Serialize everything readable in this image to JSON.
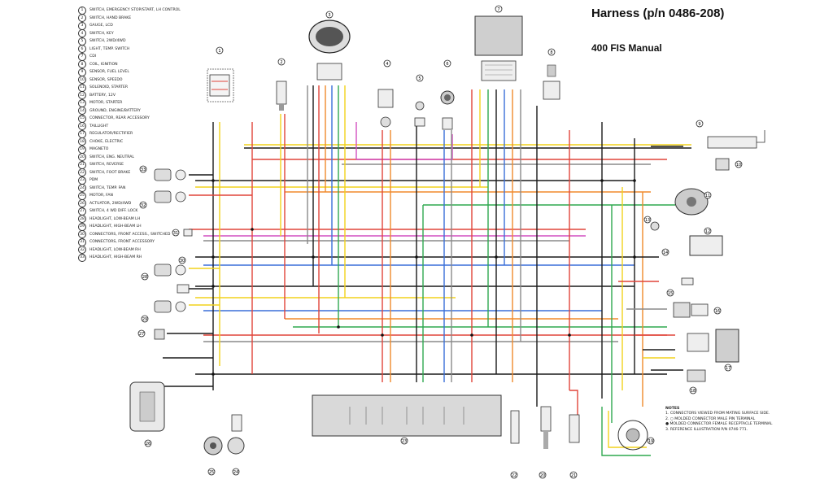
{
  "title": "Harness (p/n 0486-208)",
  "subtitle": "400 FIS Manual",
  "legend": [
    {
      "num": "1",
      "label": "SWITCH, EMERGENCY STOP/START, LH CONTROL"
    },
    {
      "num": "2",
      "label": "SWITCH, HAND BRAKE"
    },
    {
      "num": "3",
      "label": "GAUGE, LCD"
    },
    {
      "num": "4",
      "label": "SWITCH, KEY"
    },
    {
      "num": "5",
      "label": "SWITCH, 2WD/4WD"
    },
    {
      "num": "6",
      "label": "LIGHT, TEMP. SWITCH"
    },
    {
      "num": "7",
      "label": "CDI"
    },
    {
      "num": "8",
      "label": "COIL, IGNITION"
    },
    {
      "num": "9",
      "label": "SENSOR, FUEL LEVEL"
    },
    {
      "num": "10",
      "label": "SENSOR, SPEEDO"
    },
    {
      "num": "11",
      "label": "SOLENOID, STARTER"
    },
    {
      "num": "12",
      "label": "BATTERY, 12V"
    },
    {
      "num": "13",
      "label": "MOTOR, STARTER"
    },
    {
      "num": "14",
      "label": "GROUND, ENGINE/BATTERY"
    },
    {
      "num": "15",
      "label": "CONNECTOR, REAR ACCESSORY"
    },
    {
      "num": "16",
      "label": "TAILLIGHT"
    },
    {
      "num": "17",
      "label": "REGULATOR/RECTIFIER"
    },
    {
      "num": "18",
      "label": "CHOKE, ELECTRIC"
    },
    {
      "num": "19",
      "label": "MAGNETO"
    },
    {
      "num": "20",
      "label": "SWITCH, ENG. NEUTRAL"
    },
    {
      "num": "21",
      "label": "SWITCH, REVERSE"
    },
    {
      "num": "22",
      "label": "SWITCH, FOOT BRAKE"
    },
    {
      "num": "23",
      "label": "PDM"
    },
    {
      "num": "24",
      "label": "SWITCH, TEMP. FAN"
    },
    {
      "num": "25",
      "label": "MOTOR, FAN"
    },
    {
      "num": "26",
      "label": "ACTUATOR, 2WD/4WD"
    },
    {
      "num": "27",
      "label": "SWITCH, 4 WD DIFF. LOCK"
    },
    {
      "num": "28",
      "label": "HEADLIGHT, LOW-BEAM LH"
    },
    {
      "num": "29",
      "label": "HEADLIGHT, HIGH-BEAM LH"
    },
    {
      "num": "30",
      "label": "CONNECTORS, FRONT ACCESS., SWITCHED"
    },
    {
      "num": "31",
      "label": "CONNECTORS, FRONT ACCESSORY"
    },
    {
      "num": "32",
      "label": "HEADLIGHT, LOW-BEAM RH"
    },
    {
      "num": "33",
      "label": "HEADLIGHT, HIGH-BEAM RH"
    }
  ],
  "notes": {
    "title": "NOTES",
    "lines": [
      "1. CONNECTORS VIEWED FROM MATING SURFACE SIDE.",
      "2. ○ MOLDED CONNECTOR MALE PIN TERMINAL",
      "   ● MOLDED CONNECTOR FEMALE RECEPTACLE TERMINAL",
      "3. REFERENCE ILLUSTRATION P/N 0746-771."
    ]
  },
  "callouts": [
    {
      "num": "1"
    },
    {
      "num": "2"
    },
    {
      "num": "3"
    },
    {
      "num": "4"
    },
    {
      "num": "5"
    },
    {
      "num": "6"
    },
    {
      "num": "7"
    },
    {
      "num": "8"
    },
    {
      "num": "9"
    },
    {
      "num": "10"
    },
    {
      "num": "11"
    },
    {
      "num": "12"
    },
    {
      "num": "13"
    },
    {
      "num": "14"
    },
    {
      "num": "15"
    },
    {
      "num": "16"
    },
    {
      "num": "17"
    },
    {
      "num": "18"
    },
    {
      "num": "19"
    },
    {
      "num": "20"
    },
    {
      "num": "21"
    },
    {
      "num": "22"
    },
    {
      "num": "23"
    },
    {
      "num": "24"
    },
    {
      "num": "25"
    },
    {
      "num": "26"
    },
    {
      "num": "27"
    },
    {
      "num": "28"
    },
    {
      "num": "29"
    },
    {
      "num": "30"
    },
    {
      "num": "31"
    },
    {
      "num": "32"
    },
    {
      "num": "33"
    }
  ],
  "wire_colors": {
    "black": "#1a1a1a",
    "red": "#e0453a",
    "orange": "#f08a2c",
    "yellow": "#f2d21c",
    "green": "#2fa84f",
    "blue": "#3a6fd8",
    "white": "#cfcfcf",
    "pink": "#d24fc0",
    "gray": "#8a8a8a",
    "brown": "#8a5a2b",
    "teal": "#1a9f9a"
  }
}
